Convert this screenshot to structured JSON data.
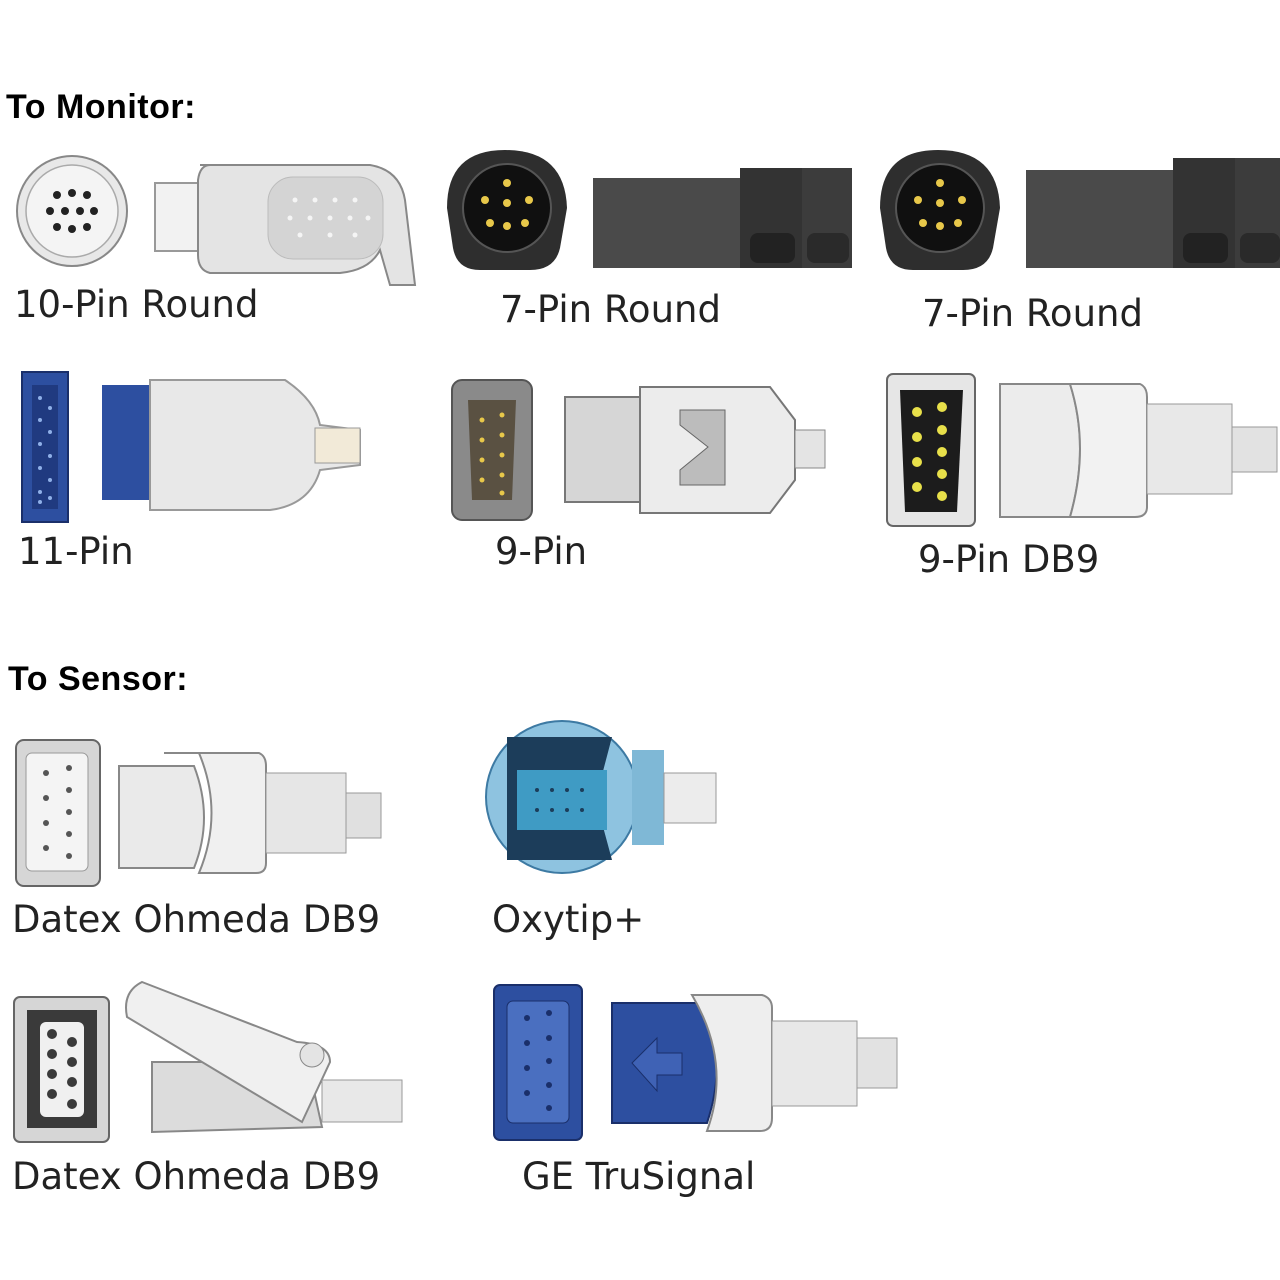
{
  "sections": {
    "monitor_heading": "To Monitor:",
    "sensor_heading": "To Sensor:"
  },
  "monitor_connectors": [
    {
      "label": "10-Pin Round",
      "icon": "10-pin-round-connector-icon"
    },
    {
      "label": "7-Pin Round",
      "icon": "7-pin-round-connector-icon"
    },
    {
      "label": "7-Pin Round",
      "icon": "7-pin-round-connector-icon"
    },
    {
      "label": "11-Pin",
      "icon": "11-pin-connector-icon"
    },
    {
      "label": "9-Pin",
      "icon": "9-pin-connector-icon"
    },
    {
      "label": "9-Pin DB9",
      "icon": "9-pin-db9-connector-icon"
    }
  ],
  "sensor_connectors": [
    {
      "label": "Datex Ohmeda DB9",
      "icon": "datex-ohmeda-db9-connector-icon"
    },
    {
      "label": "Oxytip+",
      "icon": "oxytip-plus-connector-icon"
    },
    {
      "label": "Datex Ohmeda DB9",
      "icon": "datex-ohmeda-db9-clip-connector-icon"
    },
    {
      "label": "GE TruSignal",
      "icon": "ge-trusignal-connector-icon"
    }
  ],
  "colors": {
    "gray_plastic": "#e6e6e6",
    "dark_plastic": "#3a3a3a",
    "blue_plastic": "#2d4fa0",
    "light_blue": "#7fb8d6",
    "pin_gold": "#e8c84a"
  }
}
